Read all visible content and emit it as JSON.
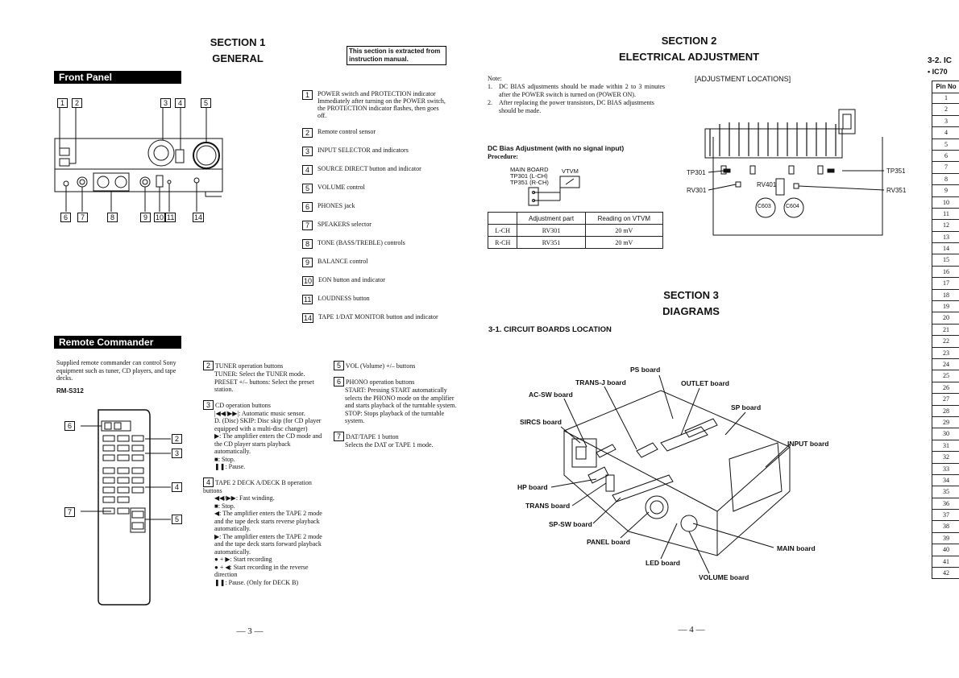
{
  "page_left": {
    "section_num": "SECTION 1",
    "section_title": "GENERAL",
    "extract_note": "This section is extracted from instruction manual.",
    "front_panel_heading": "Front Panel",
    "front_panel_callouts_top": [
      "1",
      "2",
      "3",
      "4",
      "5"
    ],
    "front_panel_callouts_bottom": [
      "6",
      "7",
      "8",
      "9",
      "10",
      "11",
      "14"
    ],
    "front_panel_items": [
      {
        "num": "1",
        "text": "POWER switch and PROTECTION indicator",
        "sub": "Immediately after turning on the POWER switch, the PROTECTION indicator flashes, then goes off."
      },
      {
        "num": "2",
        "text": "Remote control sensor",
        "sub": ""
      },
      {
        "num": "3",
        "text": "INPUT SELECTOR and indicators",
        "sub": ""
      },
      {
        "num": "4",
        "text": "SOURCE DIRECT button and indicator",
        "sub": ""
      },
      {
        "num": "5",
        "text": "VOLUME control",
        "sub": ""
      },
      {
        "num": "6",
        "text": "PHONES jack",
        "sub": ""
      },
      {
        "num": "7",
        "text": "SPEAKERS selector",
        "sub": ""
      },
      {
        "num": "8",
        "text": "TONE (BASS/TREBLE) controls",
        "sub": ""
      },
      {
        "num": "9",
        "text": "BALANCE control",
        "sub": ""
      },
      {
        "num": "10",
        "text": "EON button and indicator",
        "sub": ""
      },
      {
        "num": "11",
        "text": "LOUDNESS button",
        "sub": ""
      },
      {
        "num": "14",
        "text": "TAPE 1/DAT MONITOR button and indicator",
        "sub": ""
      }
    ],
    "remote_heading": "Remote Commander",
    "remote_intro": "Supplied remote commander can control Sony equipment such as tuner, CD players, and tape decks.",
    "remote_model": "RM-S312",
    "remote_callouts": [
      "6",
      "7",
      "2",
      "3",
      "4",
      "5"
    ],
    "remote_col1": [
      {
        "num": "2",
        "lines": [
          "TUNER operation buttons",
          "TUNER: Select the TUNER mode.",
          "PRESET +/– buttons: Select the preset station."
        ]
      },
      {
        "num": "3",
        "lines": [
          "CD operation buttons",
          "|◀◀/▶▶|: Automatic music sensor.",
          "D. (Disc) SKIP: Disc skip (for CD player equipped with a multi-disc changer)",
          "▶: The amplifier enters the CD mode and the CD player starts playback automatically.",
          "■: Stop.",
          "❚❚: Pause."
        ]
      },
      {
        "num": "4",
        "lines": [
          "TAPE 2 DECK A/DECK B operation buttons",
          "◀◀/▶▶: Fast winding.",
          "■: Stop.",
          "◀: The amplifier enters the TAPE 2 mode and the tape deck starts reverse playback automatically.",
          "▶: The amplifier enters the TAPE 2 mode and the tape deck starts forward playback automatically.",
          "● + ▶: Start recording",
          "● + ◀: Start recording in the reverse direction",
          "❚❚: Pause. (Only for DECK B)"
        ]
      }
    ],
    "remote_col2": [
      {
        "num": "5",
        "lines": [
          "VOL (Volume) +/– buttons"
        ]
      },
      {
        "num": "6",
        "lines": [
          "PHONO operation buttons",
          "START: Pressing START automatically selects the PHONO mode on the amplifier and starts playback of the turntable system.",
          "STOP: Stops playback of the turntable system."
        ]
      },
      {
        "num": "7",
        "lines": [
          "DAT/TAPE 1 button",
          "Selects the DAT or TAPE 1 mode."
        ]
      }
    ],
    "page_number": "— 3 —"
  },
  "page_right": {
    "section2_num": "SECTION 2",
    "section2_title": "ELECTRICAL ADJUSTMENT",
    "note_label": "Note:",
    "notes": [
      "DC BIAS adjustments should be made within 2 to 3 minutes after the POWER switch is turned on (POWER ON).",
      "After replacing the power transistors, DC BIAS adjustments should be made."
    ],
    "dc_bias_heading": "DC Bias Adjustment (with no signal input)",
    "procedure_label": "Procedure:",
    "main_board_lines": [
      "MAIN BOARD",
      "TP301 (L-CH)",
      "TP351 (R-CH)"
    ],
    "vtvm_label": "VTVM",
    "table_headers": [
      "",
      "Adjustment part",
      "Reading on VTVM"
    ],
    "table_rows": [
      [
        "L-CH",
        "RV301",
        "20 mV"
      ],
      [
        "R-CH",
        "RV351",
        "20 mV"
      ]
    ],
    "adj_locations_heading": "[ADJUSTMENT LOCATIONS]",
    "adj_labels": {
      "tp301": "TP301",
      "tp351": "TP351",
      "rv301": "RV301",
      "rv351": "RV351",
      "rv401": "RV401",
      "c603": "C603",
      "c604": "C604"
    },
    "section3_num": "SECTION 3",
    "section3_title": "DIAGRAMS",
    "circuit_heading": "3-1. CIRCUIT BOARDS LOCATION",
    "boards": [
      "PS board",
      "TRANS-J board",
      "OUTLET board",
      "AC-SW board",
      "SP board",
      "SIRCS board",
      "INPUT board",
      "HP board",
      "TRANS board",
      "SP-SW board",
      "PANEL board",
      "MAIN board",
      "LED board",
      "VOLUME board"
    ],
    "page_number": "— 4 —",
    "ic_heading": "3-2. IC",
    "ic_sub": "• IC70",
    "pin_header": "Pin No",
    "pins": [
      "1",
      "2",
      "3",
      "4",
      "5",
      "6",
      "7",
      "8",
      "9",
      "10",
      "11",
      "12",
      "13",
      "14",
      "15",
      "16",
      "17",
      "18",
      "19",
      "20",
      "21",
      "22",
      "23",
      "24",
      "25",
      "26",
      "27",
      "28",
      "29",
      "30",
      "31",
      "32",
      "33",
      "34",
      "35",
      "36",
      "37",
      "38",
      "39",
      "40",
      "41",
      "42"
    ]
  }
}
